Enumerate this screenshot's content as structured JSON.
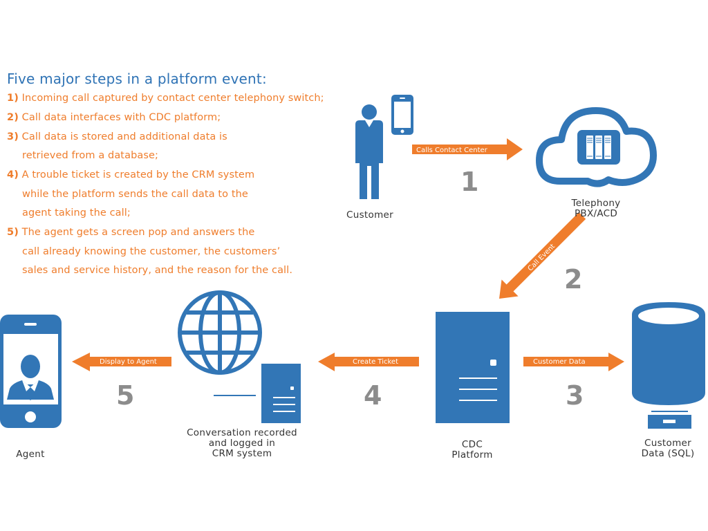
{
  "title": "Five major steps in a platform event:",
  "steps": [
    {
      "num": "1)",
      "lines": [
        "Incoming call captured by contact center telephony switch;"
      ]
    },
    {
      "num": "2)",
      "lines": [
        "Call data interfaces with CDC platform;"
      ]
    },
    {
      "num": "3)",
      "lines": [
        "Call data is stored and additional data is",
        "retrieved from a database;"
      ]
    },
    {
      "num": "4)",
      "lines": [
        "A trouble ticket is created by the CRM system",
        "while the platform sends the call data to the",
        "agent taking the call;"
      ]
    },
    {
      "num": "5)",
      "lines": [
        "The agent gets a screen pop and answers the",
        "call already knowing the customer, the customers’",
        "sales and service history, and the reason for the call."
      ]
    }
  ],
  "nodes": {
    "customer": {
      "label": "Customer"
    },
    "telephony": {
      "label_line1": "Telephony",
      "label_line2": "PBX/ACD"
    },
    "cdc": {
      "label_line1": "CDC",
      "label_line2": "Platform"
    },
    "database": {
      "label_line1": "Customer",
      "label_line2": "Data (SQL)"
    },
    "crm": {
      "label_line1": "Conversation recorded",
      "label_line2": "and logged in",
      "label_line3": "CRM system"
    },
    "agent": {
      "label": "Agent"
    }
  },
  "arrows": {
    "a1": {
      "label": "Calls Contact Center",
      "number": "1"
    },
    "a2": {
      "label": "Call Event",
      "number": "2"
    },
    "a3": {
      "label": "Customer Data",
      "number": "3"
    },
    "a4": {
      "label": "Create Ticket",
      "number": "4"
    },
    "a5": {
      "label": "Display to Agent",
      "number": "5"
    }
  },
  "colors": {
    "blue": "#3276b6",
    "orange": "#ef7d2c",
    "gray": "#8c8c8c",
    "text": "#333333"
  }
}
